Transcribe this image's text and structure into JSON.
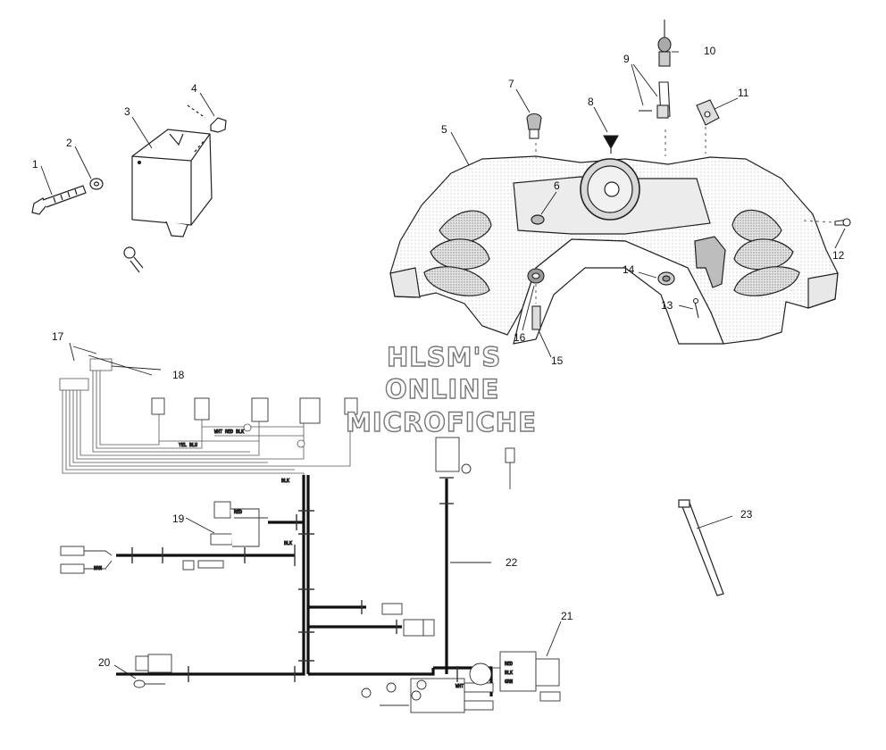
{
  "watermark": {
    "line1": "HLSM'S",
    "line2": "ONLINE",
    "line3": "MICROFICHE"
  },
  "callouts": [
    {
      "id": "c1",
      "text": "1"
    },
    {
      "id": "c2",
      "text": "2"
    },
    {
      "id": "c3",
      "text": "3"
    },
    {
      "id": "c4",
      "text": "4"
    },
    {
      "id": "c5",
      "text": "5"
    },
    {
      "id": "c6",
      "text": "6"
    },
    {
      "id": "c7",
      "text": "7"
    },
    {
      "id": "c8",
      "text": "8"
    },
    {
      "id": "c9",
      "text": "9"
    },
    {
      "id": "c10",
      "text": "10"
    },
    {
      "id": "c11",
      "text": "11"
    },
    {
      "id": "c12",
      "text": "12"
    },
    {
      "id": "c13",
      "text": "13"
    },
    {
      "id": "c14",
      "text": "14"
    },
    {
      "id": "c15",
      "text": "15"
    },
    {
      "id": "c16",
      "text": "16"
    },
    {
      "id": "c17",
      "text": "17"
    },
    {
      "id": "c18",
      "text": "18"
    },
    {
      "id": "c19",
      "text": "19"
    },
    {
      "id": "c20",
      "text": "20"
    },
    {
      "id": "c21",
      "text": "21"
    },
    {
      "id": "c22",
      "text": "22"
    },
    {
      "id": "c23",
      "text": "23"
    }
  ]
}
